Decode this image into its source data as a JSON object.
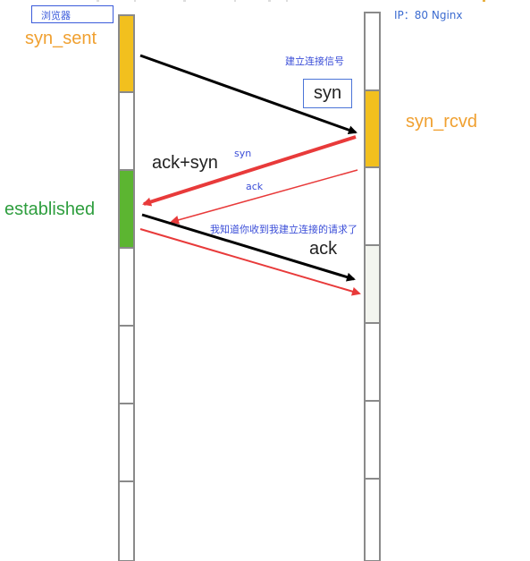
{
  "client": {
    "label": "浏览器",
    "state_sent": "syn_sent",
    "state_established": "established"
  },
  "server": {
    "label": "IP：80 Nginx",
    "state_rcvd": "syn_rcvd"
  },
  "step1": {
    "note": "建立连接信号",
    "box_label": "syn"
  },
  "step2": {
    "label": "ack+syn",
    "note_syn": "syn",
    "note_ack": "ack"
  },
  "step3": {
    "note": "我知道你收到我建立连接的请求了",
    "label": "ack"
  },
  "colors": {
    "timeline_border": "#8a8a8a",
    "segment_yellow": "#f2c01e",
    "segment_green": "#5cb531",
    "segment_pale": "#f3f5ef",
    "arrow_black": "#000000",
    "arrow_red": "#e83a3a"
  }
}
